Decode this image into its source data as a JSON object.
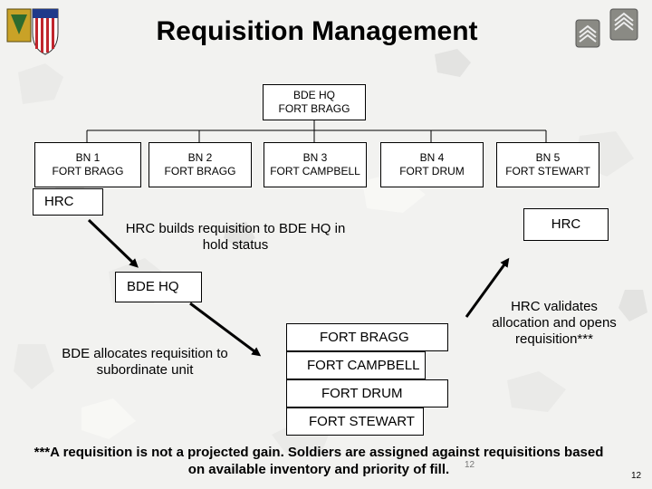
{
  "title": "Requisition Management",
  "org_chart": {
    "root": {
      "line1": "BDE HQ",
      "line2": "FORT BRAGG"
    },
    "children": [
      {
        "line1": "BN 1",
        "line2": "FORT BRAGG"
      },
      {
        "line1": "BN 2",
        "line2": "FORT BRAGG"
      },
      {
        "line1": "BN 3",
        "line2": "FORT CAMPBELL"
      },
      {
        "line1": "BN 4",
        "line2": "FORT DRUM"
      },
      {
        "line1": "BN 5",
        "line2": "FORT STEWART"
      }
    ]
  },
  "flow": {
    "hrc_left": "HRC",
    "hrc_right": "HRC",
    "hrc_builds_line1": "HRC builds requisition to BDE HQ in",
    "hrc_builds_line2": "hold status",
    "bde_hq": "BDE HQ",
    "bde_allocates_line1": "BDE allocates requisition to",
    "bde_allocates_line2": "subordinate unit",
    "forts": [
      "FORT BRAGG",
      "FORT CAMPBELL",
      "FORT DRUM",
      "FORT STEWART"
    ],
    "hrc_validates_line1": "HRC validates",
    "hrc_validates_line2": "allocation and opens",
    "hrc_validates_line3": "requisition***"
  },
  "footnote_line1": "***A requisition is not a projected gain.  Soldiers are assigned against requisitions based",
  "footnote_line2": "on available inventory and priority of fill.",
  "slide_number_inline": "12",
  "slide_number": "12",
  "colors": {
    "camo_base": "#cfcfc9",
    "arrow": "#000000",
    "box_border": "#000000"
  },
  "icons": [
    "regimental-crest-icon",
    "rank-insignia-icon"
  ]
}
